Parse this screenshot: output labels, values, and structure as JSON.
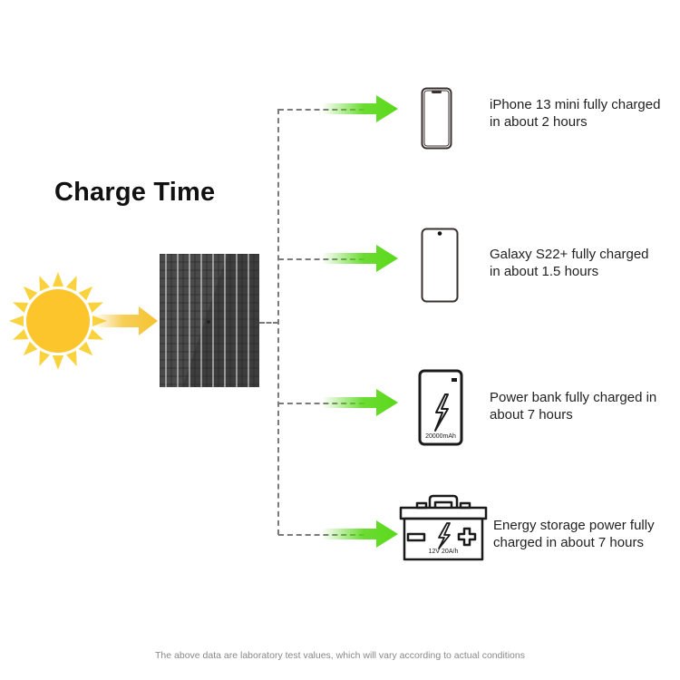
{
  "title": "Charge Time",
  "source": {
    "sun_icon": "sun-icon",
    "panel_icon": "solar-panel-icon"
  },
  "colors": {
    "sun": "#fcc52c",
    "sun_rays": "#f9d23e",
    "sun_arrow": "#f5c22f",
    "green_arrow": "#5ad81a",
    "dashed_line": "#7a7a7a",
    "panel": "#3a3a3a"
  },
  "devices": [
    {
      "icon": "iphone-icon",
      "line1": "iPhone 13 mini fully charged",
      "line2": "in about 2 hours"
    },
    {
      "icon": "galaxy-phone-icon",
      "line1": "Galaxy S22+ fully charged",
      "line2": "in about 1.5 hours"
    },
    {
      "icon": "power-bank-icon",
      "icon_label": "20000mAh",
      "line1": "Power bank fully charged in",
      "line2": "about 7 hours"
    },
    {
      "icon": "battery-icon",
      "icon_label": "12V 20A/h",
      "line1": "Energy storage power fully",
      "line2": "charged in about 7 hours"
    }
  ],
  "footer": "The above data are laboratory test values, which will vary according to actual conditions"
}
